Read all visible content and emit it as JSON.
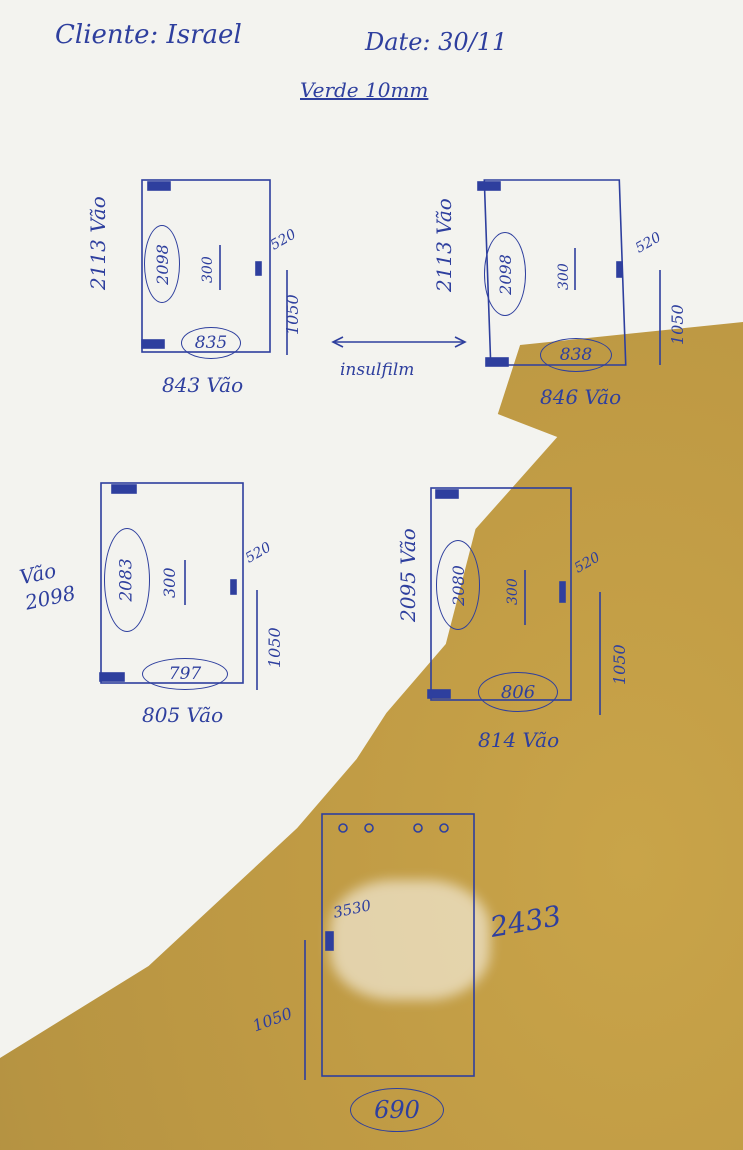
{
  "header": {
    "client": "Cliente: Israel",
    "date": "Date: 30/11",
    "glass": "Verde 10mm"
  },
  "doors": [
    {
      "height": "2113 Vão",
      "inner_height": "2098",
      "width_inner": "835",
      "width_span": "843 Vão",
      "handle_pos": "520",
      "handle_height": "1050",
      "spacing": "300"
    },
    {
      "height": "2113 Vão",
      "inner_height": "2098",
      "width_inner": "838",
      "width_span": "846 Vão",
      "handle_pos": "520",
      "handle_height": "1050",
      "spacing": "300"
    },
    {
      "height": "Vão 2098",
      "inner_height": "2083",
      "width_inner": "797",
      "width_span": "805 Vão",
      "handle_pos": "520",
      "handle_height": "1050",
      "spacing": "300"
    },
    {
      "height": "2095 Vão",
      "inner_height": "2080",
      "width_inner": "806",
      "width_span": "814 Vão",
      "handle_pos": "520",
      "handle_height": "1050",
      "spacing": "300"
    }
  ],
  "between_note": "insulfilm",
  "bottom_panel": {
    "mark": "3530",
    "height": "2433",
    "handle_height": "1050",
    "width": "690"
  }
}
